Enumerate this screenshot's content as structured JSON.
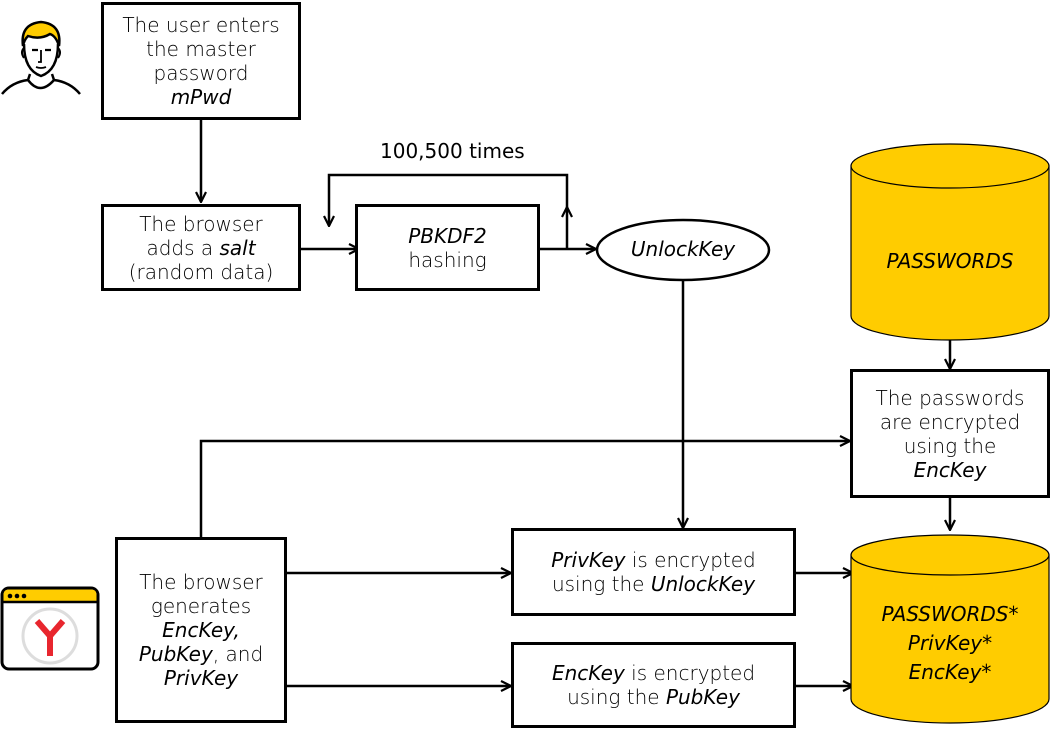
{
  "colors": {
    "accent_yellow": "#FFCC00",
    "stroke": "#000000",
    "yandex_red": "#E8262E",
    "ring_gray": "#DDDDDD"
  },
  "nodes": {
    "user_enters": {
      "lines": [
        {
          "text": "The user enters"
        },
        {
          "text": "the master"
        },
        {
          "text": "password"
        },
        {
          "italic": "mPwd"
        }
      ]
    },
    "adds_salt": {
      "lines": [
        {
          "text": "The browser"
        },
        {
          "text": "adds a ",
          "italic": "salt"
        },
        {
          "text": "(random data)"
        }
      ]
    },
    "pbkdf2": {
      "lines": [
        {
          "italic": "PBKDF2"
        },
        {
          "text": "hashing"
        }
      ]
    },
    "unlock_key": {
      "label": "UnlockKey"
    },
    "loop_label": "100,500 times",
    "passwords_db": {
      "label": "PASSWORDS"
    },
    "passwords_encrypted": {
      "lines": [
        {
          "text": "The passwords"
        },
        {
          "text": "are encrypted"
        },
        {
          "text": "using the"
        },
        {
          "italic": "EncKey"
        }
      ]
    },
    "browser_generates": {
      "lines": [
        {
          "text": "The browser"
        },
        {
          "text": "generates"
        },
        {
          "italic": "EncKey,"
        },
        {
          "italic": "PubKey",
          "text_after": ", and"
        },
        {
          "italic": "PrivKey"
        }
      ]
    },
    "privkey_encrypted": {
      "lines": [
        {
          "italic": "PrivKey",
          "text_after": " is encrypted"
        },
        {
          "text": "using the ",
          "italic": "UnlockKey"
        }
      ]
    },
    "enckey_encrypted": {
      "lines": [
        {
          "italic": "EncKey",
          "text_after": " is encrypted"
        },
        {
          "text": "using the ",
          "italic": "PubKey"
        }
      ]
    },
    "storage_db": {
      "lines": [
        "PASSWORDS*",
        "PrivKey*",
        "EncKey*"
      ]
    }
  },
  "icons": {
    "user": "user-avatar-icon",
    "browser": "yandex-browser-icon"
  }
}
